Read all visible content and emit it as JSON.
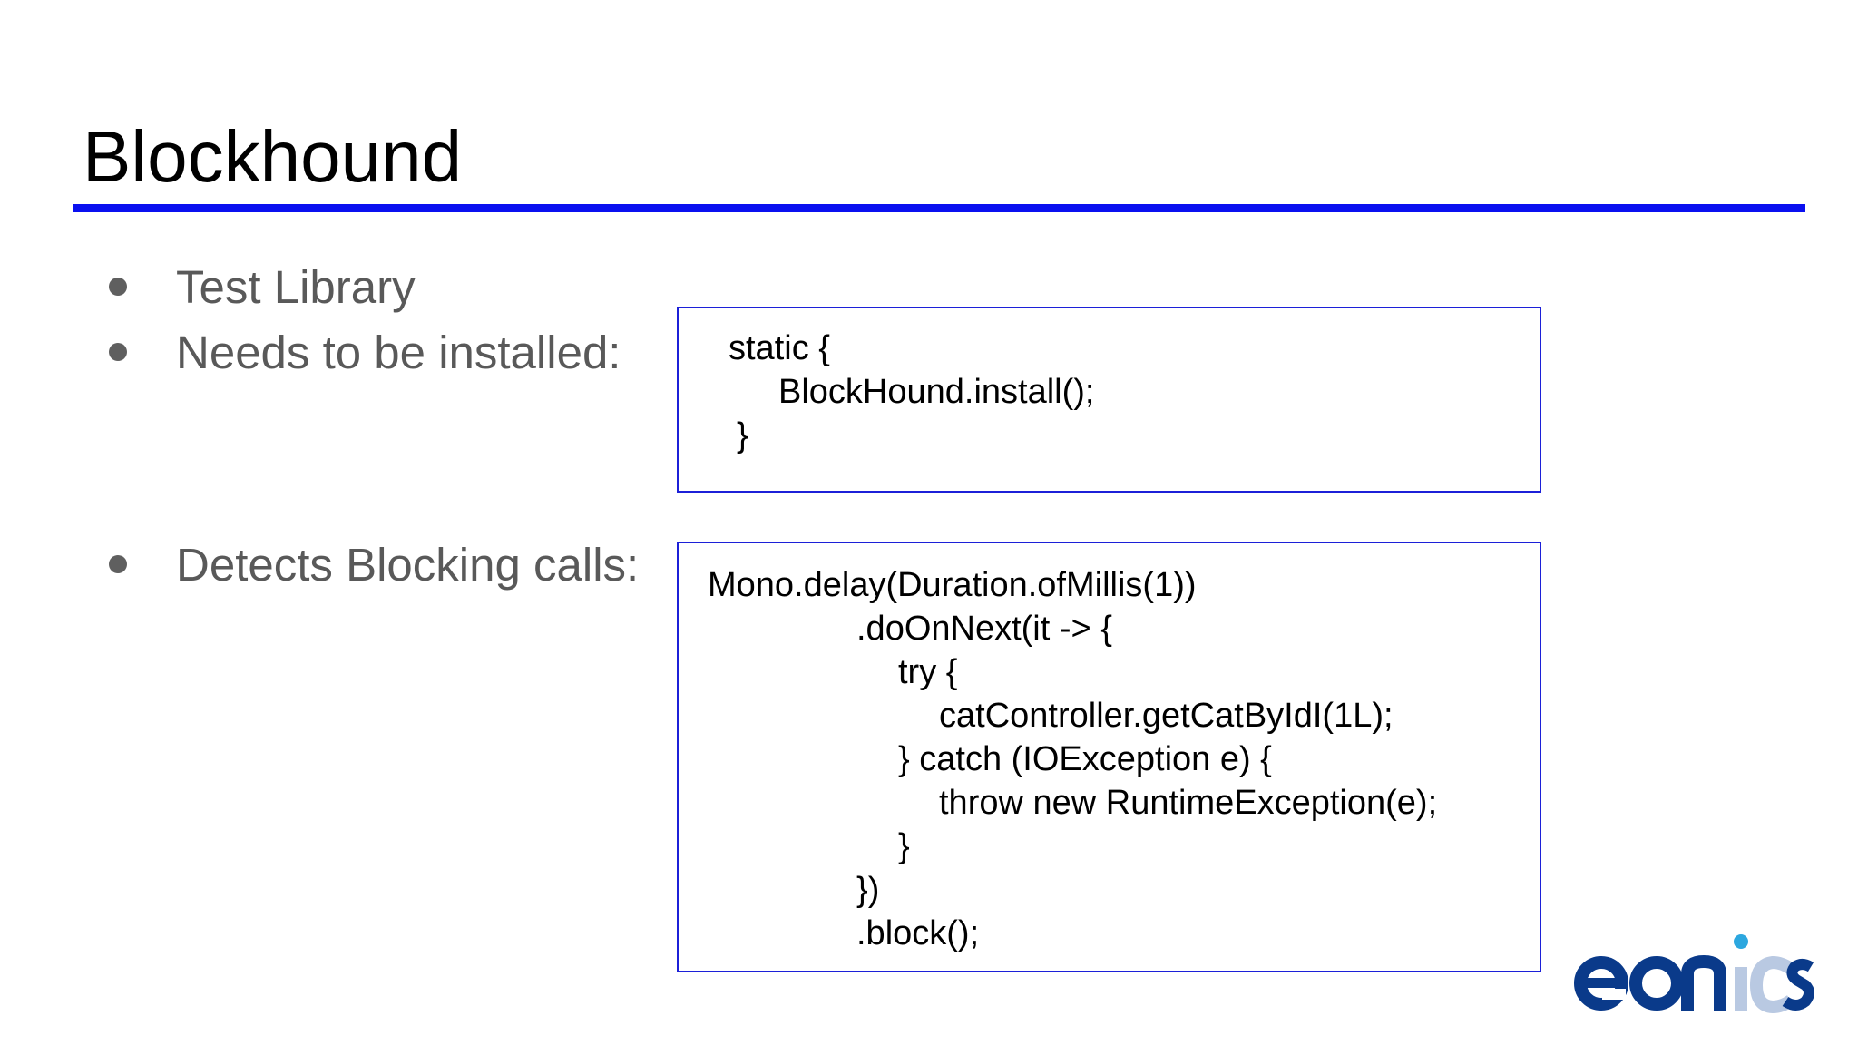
{
  "slide": {
    "title": "Blockhound"
  },
  "bullets": [
    "Test Library",
    "Needs to be installed:",
    "Detects Blocking calls:"
  ],
  "code_install": [
    "static {",
    "BlockHound.install();",
    "}"
  ],
  "code_blocking": [
    "Mono.delay(Duration.ofMillis(1))",
    ".doOnNext(it -> {",
    "try {",
    "catController.getCatByIdI(1L);",
    "} catch (IOException e) {",
    "throw new RuntimeException(e);",
    "}",
    "})",
    ".block();"
  ],
  "logo": {
    "text": "eonics",
    "colors": {
      "primary": "#0a3a8a",
      "accent": "#2ca7df",
      "faded": "#b9c9e2"
    }
  },
  "colors": {
    "rule": "#0a10f0",
    "box_border": "#1c20d8",
    "bullet_text": "#595959"
  }
}
